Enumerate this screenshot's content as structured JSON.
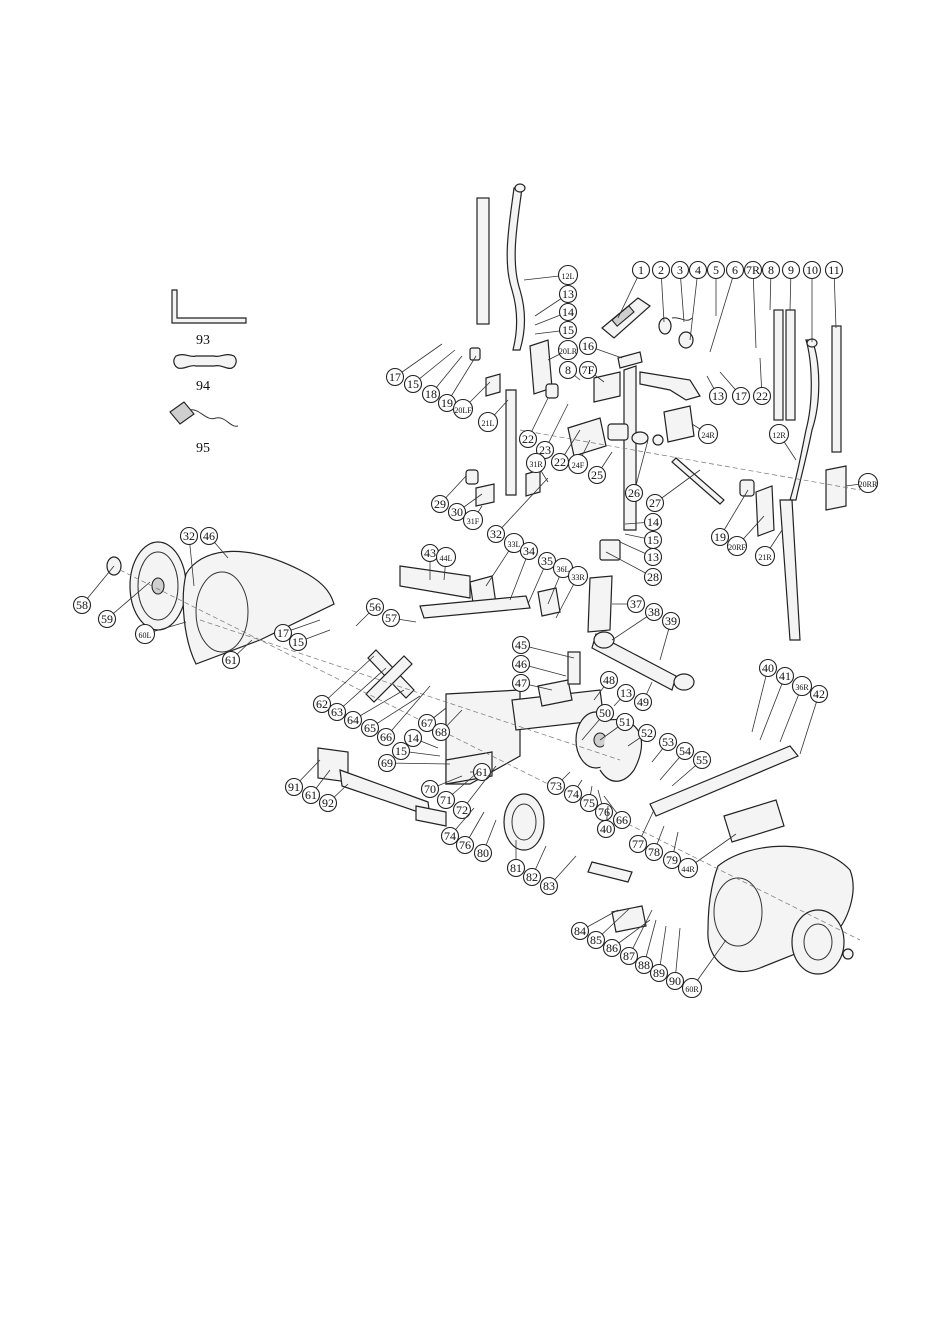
{
  "callouts": [
    {
      "id": "c1",
      "text": "1"
    },
    {
      "id": "c2",
      "text": "2"
    },
    {
      "id": "c3",
      "text": "3"
    },
    {
      "id": "c4",
      "text": "4"
    },
    {
      "id": "c5",
      "text": "5"
    },
    {
      "id": "c6",
      "text": "6"
    },
    {
      "id": "c7r",
      "text": "7R"
    },
    {
      "id": "c8t",
      "text": "8"
    },
    {
      "id": "c9",
      "text": "9"
    },
    {
      "id": "c10",
      "text": "10"
    },
    {
      "id": "c11",
      "text": "11"
    },
    {
      "id": "c12l",
      "text": "12L"
    },
    {
      "id": "c13a",
      "text": "13"
    },
    {
      "id": "c14a",
      "text": "14"
    },
    {
      "id": "c15a",
      "text": "15"
    },
    {
      "id": "c16",
      "text": "16"
    },
    {
      "id": "c20lr",
      "text": "20LR"
    },
    {
      "id": "c8b",
      "text": "8"
    },
    {
      "id": "c7f",
      "text": "7F"
    },
    {
      "id": "c13b",
      "text": "13"
    },
    {
      "id": "c17a",
      "text": "17"
    },
    {
      "id": "c22a",
      "text": "22"
    },
    {
      "id": "c17b",
      "text": "17"
    },
    {
      "id": "c15b",
      "text": "15"
    },
    {
      "id": "c18",
      "text": "18"
    },
    {
      "id": "c19a",
      "text": "19"
    },
    {
      "id": "c20lf",
      "text": "20LF"
    },
    {
      "id": "c21l",
      "text": "21L"
    },
    {
      "id": "c22b",
      "text": "22"
    },
    {
      "id": "c23",
      "text": "23"
    },
    {
      "id": "c22c",
      "text": "22"
    },
    {
      "id": "c24r",
      "text": "24R"
    },
    {
      "id": "c24f",
      "text": "24F"
    },
    {
      "id": "c25",
      "text": "25"
    },
    {
      "id": "c12r",
      "text": "12R"
    },
    {
      "id": "c20rr",
      "text": "20RR"
    },
    {
      "id": "c31r",
      "text": "31R"
    },
    {
      "id": "c26",
      "text": "26"
    },
    {
      "id": "c27",
      "text": "27"
    },
    {
      "id": "c29",
      "text": "29"
    },
    {
      "id": "c30",
      "text": "30"
    },
    {
      "id": "c31f",
      "text": "31F"
    },
    {
      "id": "c14b",
      "text": "14"
    },
    {
      "id": "c15c",
      "text": "15"
    },
    {
      "id": "c13c",
      "text": "13"
    },
    {
      "id": "c28",
      "text": "28"
    },
    {
      "id": "c19b",
      "text": "19"
    },
    {
      "id": "c20rf",
      "text": "20RF"
    },
    {
      "id": "c21r",
      "text": "21R"
    },
    {
      "id": "c32a",
      "text": "32"
    },
    {
      "id": "c32b",
      "text": "32"
    },
    {
      "id": "c46a",
      "text": "46"
    },
    {
      "id": "c33l",
      "text": "33L"
    },
    {
      "id": "c34",
      "text": "34"
    },
    {
      "id": "c35",
      "text": "35"
    },
    {
      "id": "c36l",
      "text": "36L"
    },
    {
      "id": "c33r",
      "text": "33R"
    },
    {
      "id": "c43",
      "text": "43"
    },
    {
      "id": "c44l",
      "text": "44L"
    },
    {
      "id": "c37",
      "text": "37"
    },
    {
      "id": "c38",
      "text": "38"
    },
    {
      "id": "c39",
      "text": "39"
    },
    {
      "id": "c58",
      "text": "58"
    },
    {
      "id": "c59",
      "text": "59"
    },
    {
      "id": "c60l",
      "text": "60L"
    },
    {
      "id": "c61a",
      "text": "61"
    },
    {
      "id": "c56",
      "text": "56"
    },
    {
      "id": "c57",
      "text": "57"
    },
    {
      "id": "c17c",
      "text": "17"
    },
    {
      "id": "c15d",
      "text": "15"
    },
    {
      "id": "c45",
      "text": "45"
    },
    {
      "id": "c46b",
      "text": "46"
    },
    {
      "id": "c47",
      "text": "47"
    },
    {
      "id": "c48",
      "text": "48"
    },
    {
      "id": "c13d",
      "text": "13"
    },
    {
      "id": "c49",
      "text": "49"
    },
    {
      "id": "c62",
      "text": "62"
    },
    {
      "id": "c63",
      "text": "63"
    },
    {
      "id": "c64",
      "text": "64"
    },
    {
      "id": "c65",
      "text": "65"
    },
    {
      "id": "c66a",
      "text": "66"
    },
    {
      "id": "c67",
      "text": "67"
    },
    {
      "id": "c68",
      "text": "68"
    },
    {
      "id": "c14c",
      "text": "14"
    },
    {
      "id": "c15e",
      "text": "15"
    },
    {
      "id": "c69",
      "text": "69"
    },
    {
      "id": "c50",
      "text": "50"
    },
    {
      "id": "c51",
      "text": "51"
    },
    {
      "id": "c52",
      "text": "52"
    },
    {
      "id": "c53",
      "text": "53"
    },
    {
      "id": "c54",
      "text": "54"
    },
    {
      "id": "c55",
      "text": "55"
    },
    {
      "id": "c40a",
      "text": "40"
    },
    {
      "id": "c41",
      "text": "41"
    },
    {
      "id": "c36r",
      "text": "36R"
    },
    {
      "id": "c42",
      "text": "42"
    },
    {
      "id": "c91",
      "text": "91"
    },
    {
      "id": "c61b",
      "text": "61"
    },
    {
      "id": "c92",
      "text": "92"
    },
    {
      "id": "c61c",
      "text": "61"
    },
    {
      "id": "c70",
      "text": "70"
    },
    {
      "id": "c71",
      "text": "71"
    },
    {
      "id": "c72",
      "text": "72"
    },
    {
      "id": "c73",
      "text": "73"
    },
    {
      "id": "c74a",
      "text": "74"
    },
    {
      "id": "c75",
      "text": "75"
    },
    {
      "id": "c76a",
      "text": "76"
    },
    {
      "id": "c66b",
      "text": "66"
    },
    {
      "id": "c40b",
      "text": "40"
    },
    {
      "id": "c74b",
      "text": "74"
    },
    {
      "id": "c76b",
      "text": "76"
    },
    {
      "id": "c80",
      "text": "80"
    },
    {
      "id": "c81",
      "text": "81"
    },
    {
      "id": "c82",
      "text": "82"
    },
    {
      "id": "c83",
      "text": "83"
    },
    {
      "id": "c77",
      "text": "77"
    },
    {
      "id": "c78",
      "text": "78"
    },
    {
      "id": "c79",
      "text": "79"
    },
    {
      "id": "c44r",
      "text": "44R"
    },
    {
      "id": "c84",
      "text": "84"
    },
    {
      "id": "c85",
      "text": "85"
    },
    {
      "id": "c86",
      "text": "86"
    },
    {
      "id": "c87",
      "text": "87"
    },
    {
      "id": "c88",
      "text": "88"
    },
    {
      "id": "c89",
      "text": "89"
    },
    {
      "id": "c90",
      "text": "90"
    },
    {
      "id": "c60r",
      "text": "60R"
    }
  ],
  "tools": {
    "allen_key": "93",
    "wrench": "94",
    "screwdriver": "95"
  }
}
